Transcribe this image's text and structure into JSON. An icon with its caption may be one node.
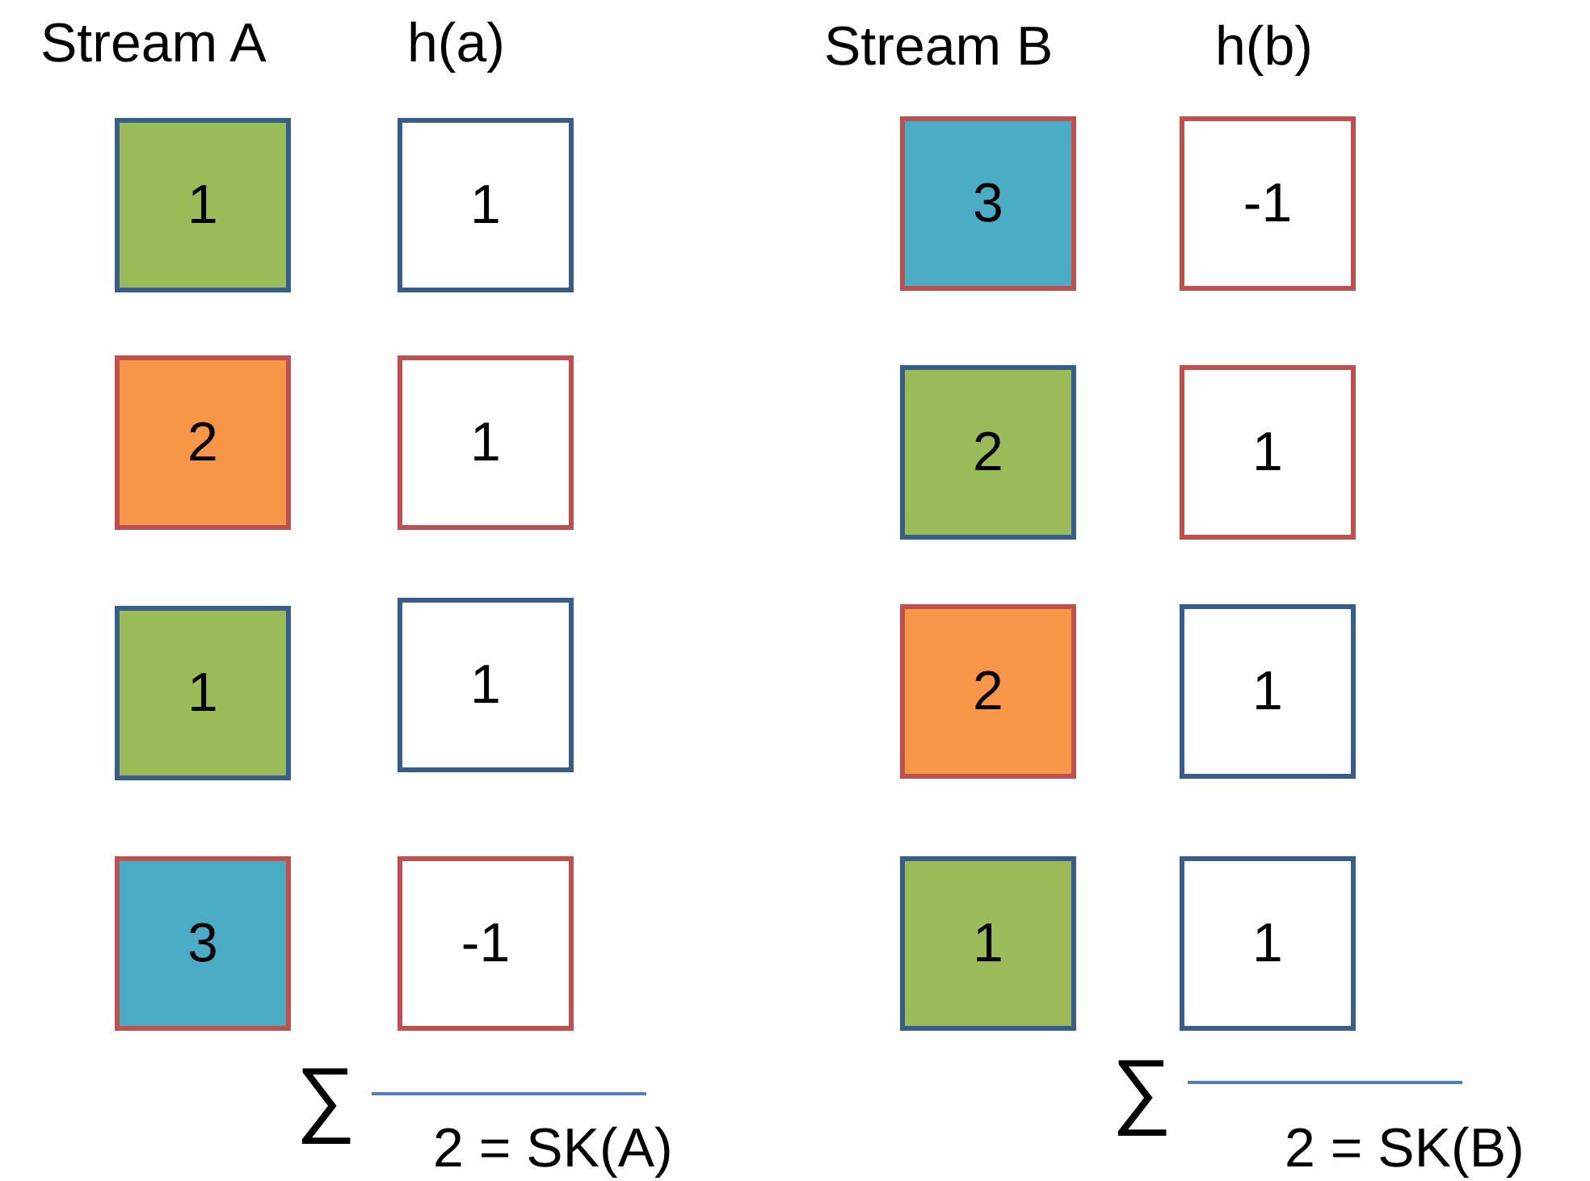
{
  "diagram": {
    "nodes": [
      {
        "text": [
          "1"
        ]
      },
      {
        "text": [
          "1"
        ]
      },
      {
        "text": [
          "2"
        ]
      },
      {
        "text": [
          "1"
        ]
      },
      {
        "text": [
          "1"
        ]
      },
      {
        "text": [
          "1"
        ]
      },
      {
        "text": [
          "3"
        ]
      },
      {
        "text": [
          "-1"
        ]
      },
      {
        "text": [
          "3"
        ]
      },
      {
        "text": [
          "-1"
        ]
      },
      {
        "text": [
          "2"
        ]
      },
      {
        "text": [
          "1"
        ]
      },
      {
        "text": [
          "2"
        ]
      },
      {
        "text": [
          "1"
        ]
      },
      {
        "text": [
          "1"
        ]
      },
      {
        "text": [
          "1"
        ]
      }
    ],
    "labels": [
      "Stream A",
      "h(a)",
      "Stream B",
      "h(b)",
      "∑",
      "2 = SK(A)",
      "∑",
      "2 = SK(B)"
    ]
  }
}
